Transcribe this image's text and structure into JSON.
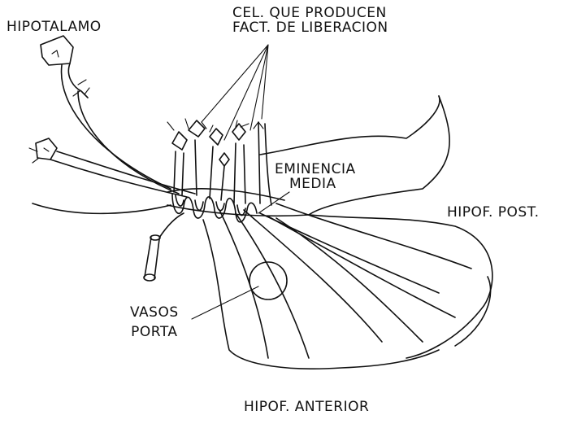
{
  "labels": {
    "hypothalamus": "HIPOTALAMO",
    "release_cells_line1": "CEL. QUE PRODUCEN",
    "release_cells_line2": "FACT. DE LIBERACION",
    "median_eminence_line1": "EMINENCIA",
    "median_eminence_line2": "MEDIA",
    "posterior_pituitary": "HIPOF. POST.",
    "portal_vessels_line1": "VASOS",
    "portal_vessels_line2": "PORTA",
    "anterior_pituitary": "HIPOF. ANTERIOR"
  },
  "colors": {
    "ink": "#111111",
    "background": "#ffffff"
  }
}
